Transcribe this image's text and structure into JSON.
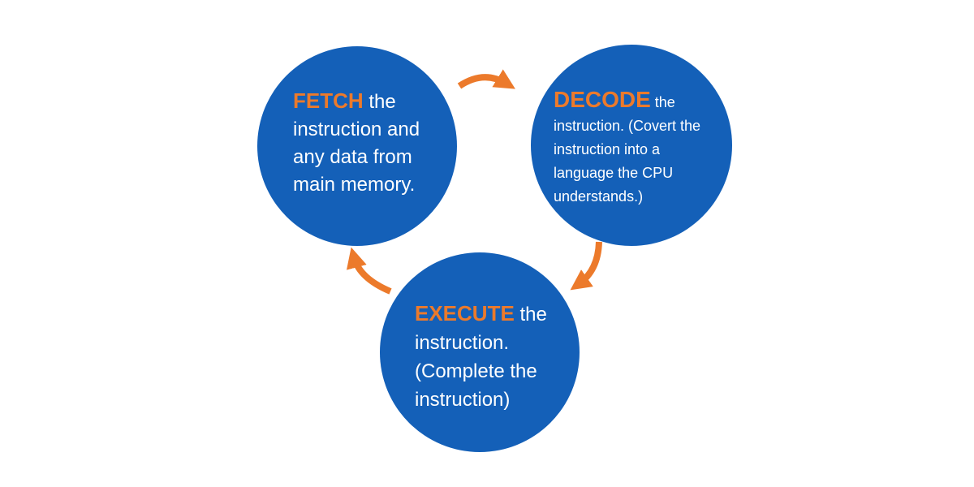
{
  "colors": {
    "circle_fill": "#1460b8",
    "keyword": "#ec7a2b",
    "arrow": "#ec7a2b",
    "body_text": "#ffffff"
  },
  "steps": {
    "fetch": {
      "keyword": "FETCH",
      "rest": " the instruction and any data from main memory."
    },
    "decode": {
      "keyword": "DECODE",
      "rest": " the instruction. (Covert the instruction into a language the CPU understands.)"
    },
    "execute": {
      "keyword": "EXECUTE",
      "rest": " the instruction. (Complete the instruction)"
    }
  }
}
